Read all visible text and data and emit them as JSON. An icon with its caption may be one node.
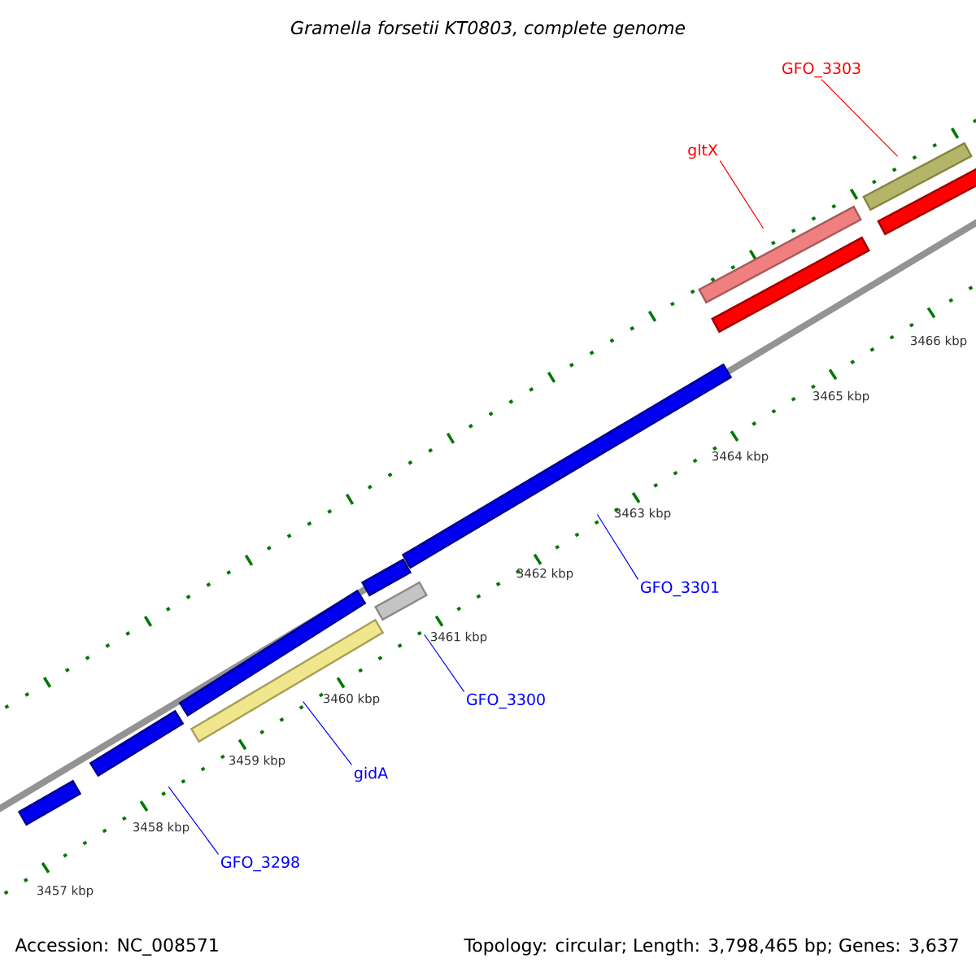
{
  "diagram": {
    "title": "Gramella forsetii KT0803, complete genome",
    "nodes": [
      {
        "text": [
          "GFO_3303"
        ]
      },
      {
        "text": [
          "gltX"
        ]
      },
      {
        "text": [
          "GFO_3301"
        ]
      },
      {
        "text": [
          "GFO_3300"
        ]
      },
      {
        "text": [
          "gidA"
        ]
      },
      {
        "text": [
          "GFO_3298"
        ]
      },
      {
        "text": [],
        "shape": "bar"
      },
      {
        "text": [],
        "shape": "bar"
      },
      {
        "text": [],
        "shape": "bar"
      },
      {
        "text": [],
        "shape": "bar"
      },
      {
        "text": [],
        "shape": "bar"
      },
      {
        "text": [],
        "shape": "bar"
      },
      {
        "text": [],
        "shape": "bar"
      },
      {
        "text": [],
        "shape": "bar"
      },
      {
        "text": [],
        "shape": "bar"
      },
      {
        "text": [],
        "shape": "bar"
      },
      {
        "text": [],
        "shape": "bar"
      }
    ],
    "edges": [
      {
        "from": 0,
        "to": 6,
        "arrow": "none",
        "color": "#ff0000"
      },
      {
        "from": 1,
        "to": 8,
        "arrow": "none",
        "color": "#ff0000"
      },
      {
        "from": 2,
        "to": 10,
        "arrow": "none"
      },
      {
        "from": 3,
        "to": 12,
        "arrow": "none"
      },
      {
        "from": 4,
        "to": 14,
        "arrow": "none"
      },
      {
        "from": 5,
        "to": 15,
        "arrow": "none"
      }
    ],
    "labels": [
      "3466 kbp",
      "3465 kbp",
      "3464 kbp",
      "3463 kbp",
      "3462 kbp",
      "3461 kbp",
      "3460 kbp",
      "3459 kbp",
      "3458 kbp",
      "3457 kbp",
      "Accession: NC_008571",
      "Topology: circular; Length: 3,798,465 bp; Genes: 3,637"
    ]
  }
}
